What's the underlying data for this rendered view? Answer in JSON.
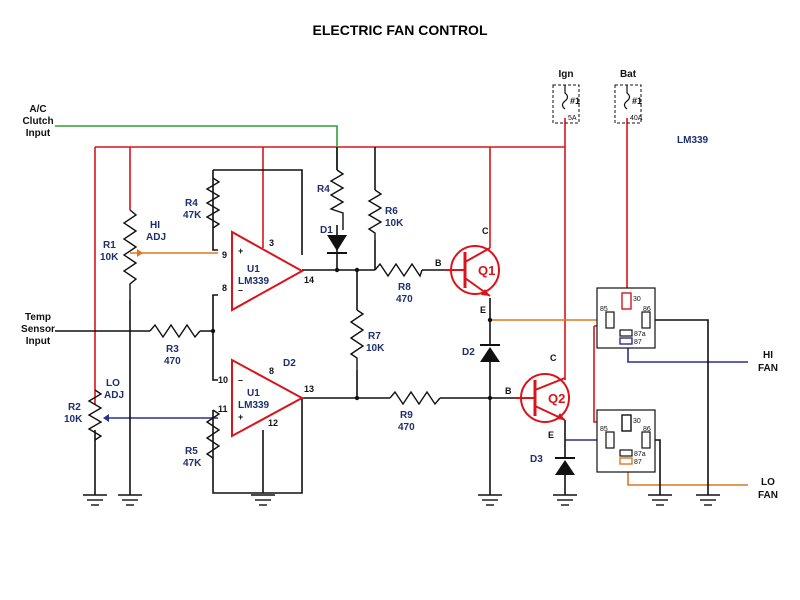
{
  "title": "ELECTRIC FAN CONTROL",
  "colors": {
    "power": "#d8141c",
    "signal_blue": "#2b2f8f",
    "signal_orange": "#e0771e",
    "ac_green": "#2ea23a",
    "wire": "#111111"
  },
  "inputs": {
    "ac_line1": "A/C",
    "ac_line2": "Clutch",
    "ac_line3": "Input",
    "temp_line1": "Temp",
    "temp_line2": "Sensor",
    "temp_line3": "Input"
  },
  "supply": {
    "ign": "Ign",
    "bat": "Bat",
    "fuse_ign_num": "#1",
    "fuse_ign_rating": "5A",
    "fuse_bat_num": "#1",
    "fuse_bat_rating": "40A",
    "chip_note": "LM339"
  },
  "components": {
    "r1": "R1",
    "r1_val": "10K",
    "hi_adj_1": "HI",
    "hi_adj_2": "ADJ",
    "r2": "R2",
    "r2_val": "10K",
    "lo_adj_1": "LO",
    "lo_adj_2": "ADJ",
    "r3": "R3",
    "r3_val": "470",
    "r4a": "R4",
    "r4a_val": "47K",
    "r4b": "R4",
    "r5": "R5",
    "r5_val": "47K",
    "r6": "R6",
    "r6_val": "10K",
    "r7": "R7",
    "r7_val": "10K",
    "r8": "R8",
    "r8_val": "470",
    "r9": "R9",
    "r9_val": "470",
    "d1": "D1",
    "d2": "D2",
    "d2b": "D2",
    "d3": "D3",
    "u1a": "U1",
    "u1a_part": "LM339",
    "u1b": "U1",
    "u1b_part": "LM339",
    "q1": "Q1",
    "q2": "Q2"
  },
  "pins": {
    "u1a_p3": "3",
    "u1a_p9": "9",
    "u1a_p8": "8",
    "u1a_p14": "14",
    "u1b_p8": "8",
    "u1b_p10": "10",
    "u1b_p11": "11",
    "u1b_p12": "12",
    "u1b_p13": "13",
    "q1_c": "C",
    "q1_b": "B",
    "q1_e": "E",
    "q2_c": "C",
    "q2_b": "B",
    "q2_e": "E",
    "plus": "+",
    "minus": "–"
  },
  "relays": {
    "hi": {
      "p30": "30",
      "p85": "85",
      "p86": "86",
      "p87a": "87a",
      "p87": "87"
    },
    "lo": {
      "p30": "30",
      "p85": "85",
      "p86": "86",
      "p87a": "87a",
      "p87": "87"
    }
  },
  "outputs": {
    "hi_1": "HI",
    "hi_2": "FAN",
    "lo_1": "LO",
    "lo_2": "FAN"
  }
}
